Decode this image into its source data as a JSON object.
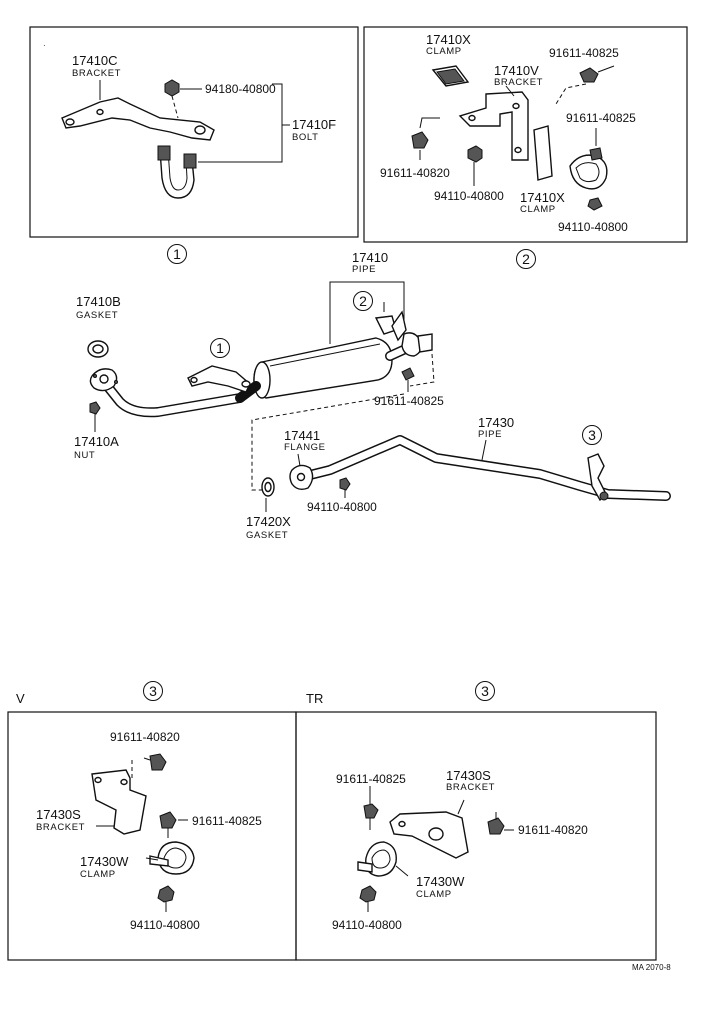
{
  "diagram_code": "MA 2070-8",
  "box1": {
    "bracket": {
      "part": "17410C",
      "name": "BRACKET"
    },
    "nut": {
      "part": "94180-40800"
    },
    "bolt": {
      "part": "17410F",
      "name": "BOLT"
    },
    "circle": "1"
  },
  "box2": {
    "clamp_top": {
      "part": "17410X",
      "name": "CLAMP"
    },
    "bolt_a": {
      "part": "91611-40825"
    },
    "bracket": {
      "part": "17410V",
      "name": "BRACKET"
    },
    "bolt_b": {
      "part": "91611-40825"
    },
    "bolt_c": {
      "part": "91611-40820"
    },
    "nut_a": {
      "part": "94110-40800"
    },
    "clamp_bottom": {
      "part": "17410X",
      "name": "CLAMP"
    },
    "nut_b": {
      "part": "94110-40800"
    },
    "circle": "2"
  },
  "main": {
    "pipe": {
      "part": "17410",
      "name": "PIPE"
    },
    "gasket_top": {
      "part": "17410B",
      "name": "GASKET"
    },
    "nut": {
      "part": "17410A",
      "name": "NUT"
    },
    "bolt": {
      "part": "91611-40825"
    },
    "flange": {
      "part": "17441",
      "name": "FLANGE"
    },
    "tail_pipe": {
      "part": "17430",
      "name": "PIPE"
    },
    "gasket_bottom": {
      "part": "17420X",
      "name": "GASKET"
    },
    "nut_b": {
      "part": "94110-40800"
    },
    "callout_1": "1",
    "callout_2": "2",
    "callout_3": "3"
  },
  "box_v": {
    "label": "V",
    "circle": "3",
    "bolt_a": {
      "part": "91611-40820"
    },
    "bracket": {
      "part": "17430S",
      "name": "BRACKET"
    },
    "bolt_b": {
      "part": "91611-40825"
    },
    "clamp": {
      "part": "17430W",
      "name": "CLAMP"
    },
    "nut": {
      "part": "94110-40800"
    }
  },
  "box_tr": {
    "label": "TR",
    "circle": "3",
    "bolt_a": {
      "part": "91611-40825"
    },
    "bracket": {
      "part": "17430S",
      "name": "BRACKET"
    },
    "bolt_b": {
      "part": "91611-40820"
    },
    "clamp": {
      "part": "17430W",
      "name": "CLAMP"
    },
    "nut": {
      "part": "94110-40800"
    }
  }
}
